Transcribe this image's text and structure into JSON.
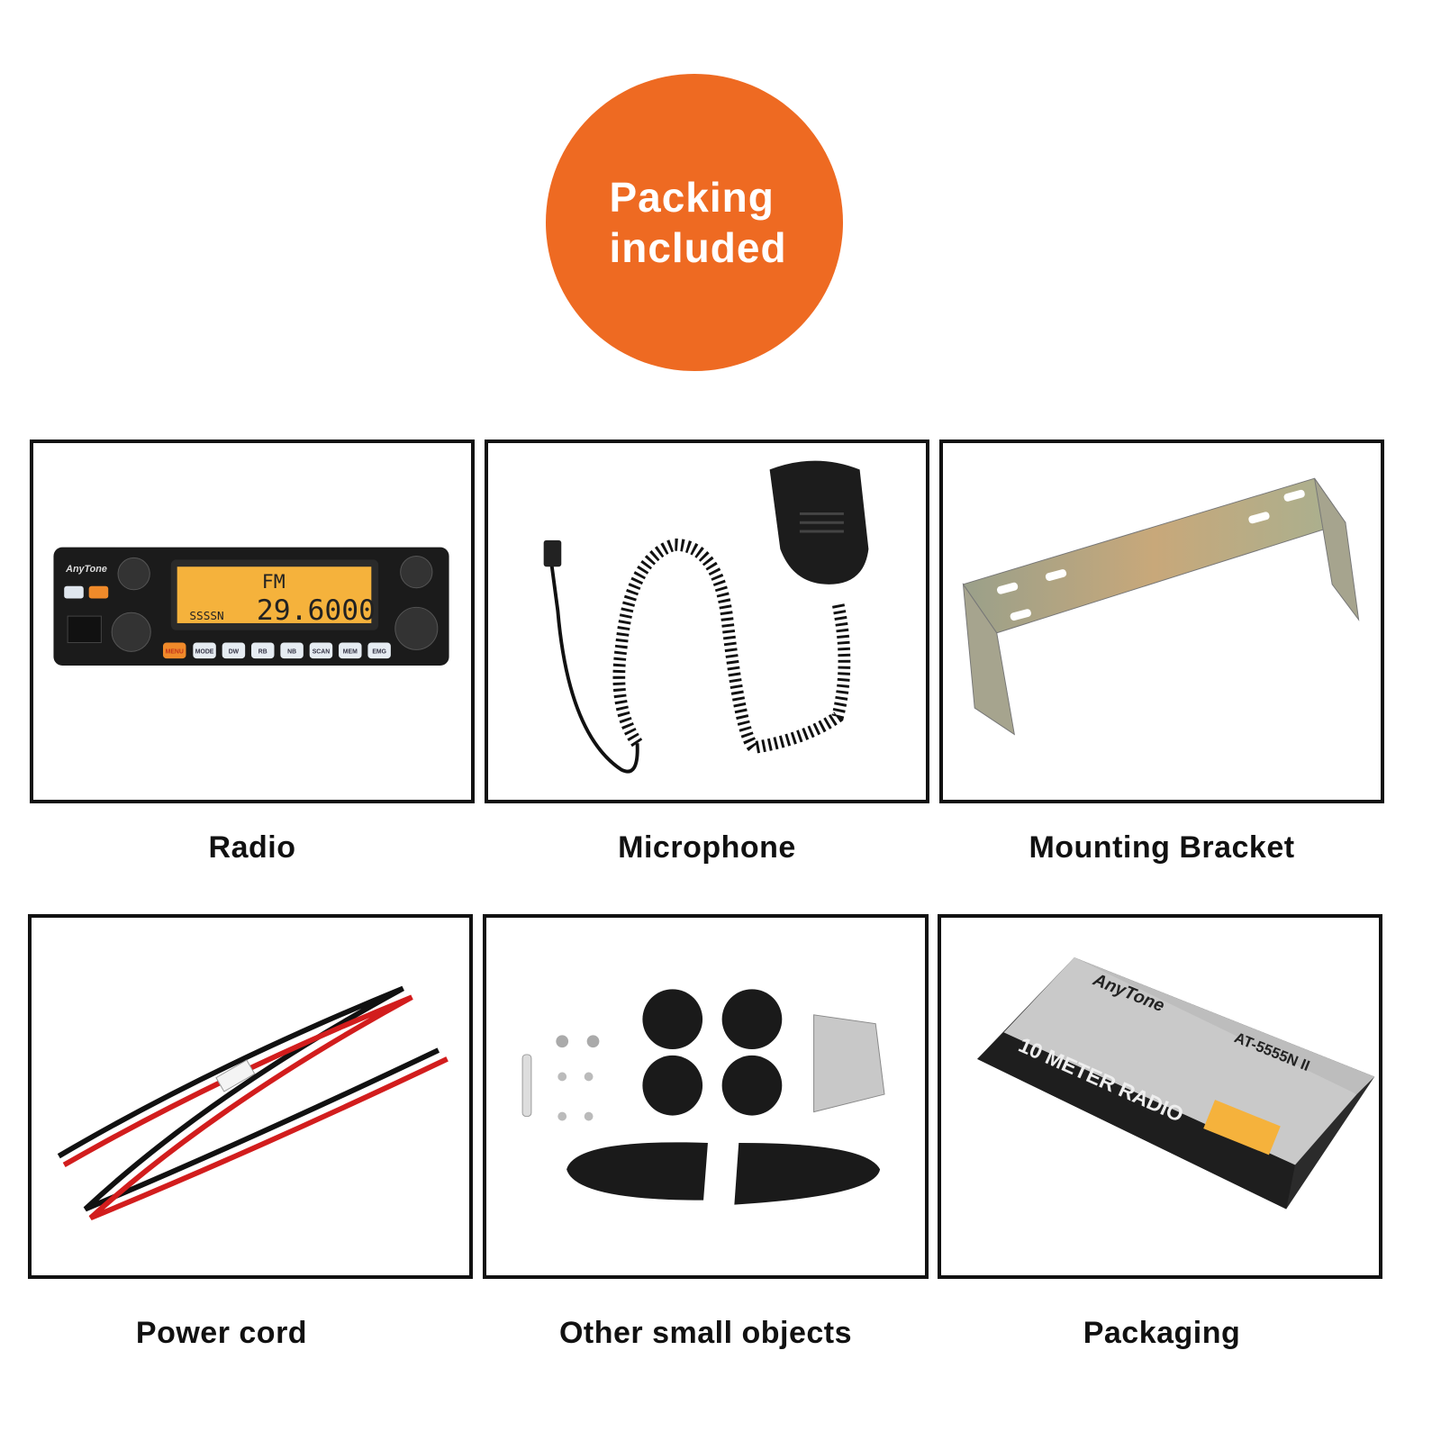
{
  "badge": {
    "title": "Packing\nincluded",
    "color": "#ee6a22"
  },
  "items": [
    {
      "label": "Radio",
      "image": "radio-photo"
    },
    {
      "label": "Microphone",
      "image": "microphone-photo"
    },
    {
      "label": "Mounting Bracket",
      "image": "bracket-photo"
    },
    {
      "label": "Power cord",
      "image": "power-cord-photo"
    },
    {
      "label": "Other small objects",
      "image": "accessories-photo"
    },
    {
      "label": "Packaging",
      "image": "box-photo"
    }
  ],
  "radio": {
    "brand": "AnyTone",
    "mode": "FM",
    "frequency": "29.6000",
    "meter": "SSSSN",
    "buttons": [
      "MENU",
      "MODE",
      "DW",
      "RB",
      "NB",
      "SCAN",
      "MEM",
      "EMG"
    ]
  },
  "package": {
    "brand": "AnyTone",
    "model": "AT-5555N II",
    "tagline": "10 METER RADIO"
  }
}
